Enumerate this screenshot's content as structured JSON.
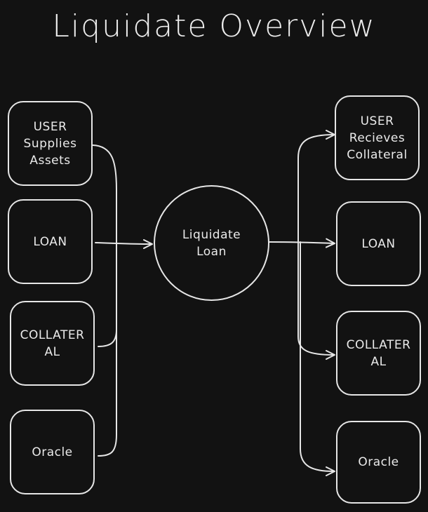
{
  "title": "Liquidate Overview",
  "left_nodes": [
    {
      "label": "USER\nSupplies\nAssets"
    },
    {
      "label": "LOAN"
    },
    {
      "label": "COLLATER\nAL"
    },
    {
      "label": "Oracle"
    }
  ],
  "center_node": {
    "label": "Liquidate\nLoan"
  },
  "right_nodes": [
    {
      "label": "USER\nRecieves\nCollateral"
    },
    {
      "label": "LOAN"
    },
    {
      "label": "COLLATER\nAL"
    },
    {
      "label": "Oracle"
    }
  ],
  "colors": {
    "background": "#121212",
    "stroke": "#e6e6e6",
    "text": "#eaeaea"
  }
}
